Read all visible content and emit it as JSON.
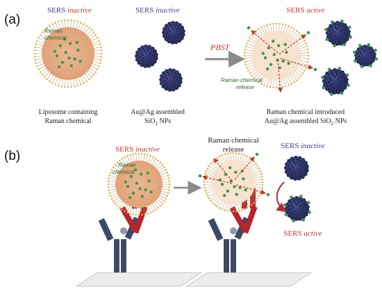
{
  "colors": {
    "inactive_blue": "#3a3f8f",
    "active_red": "#c0392b",
    "liposome_core": "#e8b48c",
    "liposome_core_light": "#f6e2cf",
    "lipid_head": "#d9b24a",
    "dot_green": "#3f9a4a",
    "nanoparticle": "#23285a",
    "antibody_red": "#b8242a",
    "antibody_navy": "#3d4a66",
    "arrow_grey": "#8a8a8a"
  },
  "panel_a": {
    "label": "(a)",
    "sers_left_word": "SERS",
    "sers_left_state": "inactive",
    "sers_mid_word": "SERS",
    "sers_mid_state": "inactive",
    "sers_right_word": "SERS",
    "sers_right_state": "active",
    "raman_line1": "Raman",
    "raman_line2": "chemical",
    "arrow_label": "PBST",
    "release_line1": "Raman chemical",
    "release_line2": "release",
    "caption_left_line1": "Liposome containing",
    "caption_left_line2": "Raman chemical",
    "caption_mid_line1": "Au@Ag assembled",
    "caption_mid_line2_pre": "SiO",
    "caption_mid_line2_sub": "2",
    "caption_mid_line2_post": " NPs",
    "caption_right_line1": "Raman chemical introduced",
    "caption_right_line2_pre": "Au@Ag assembled SiO",
    "caption_right_line2_sub": "2",
    "caption_right_line2_post": " NPs"
  },
  "panel_b": {
    "label": "(b)",
    "sers_left_word": "SERS",
    "sers_left_state": "inactive",
    "raman_line1": "Raman",
    "raman_line2": "chemical",
    "release_line1": "Raman chemical",
    "release_line2": "release",
    "sers_right_top_word": "SERS",
    "sers_right_top_state": "inactive",
    "sers_right_bottom_word": "SERS",
    "sers_right_bottom_state": "active"
  }
}
